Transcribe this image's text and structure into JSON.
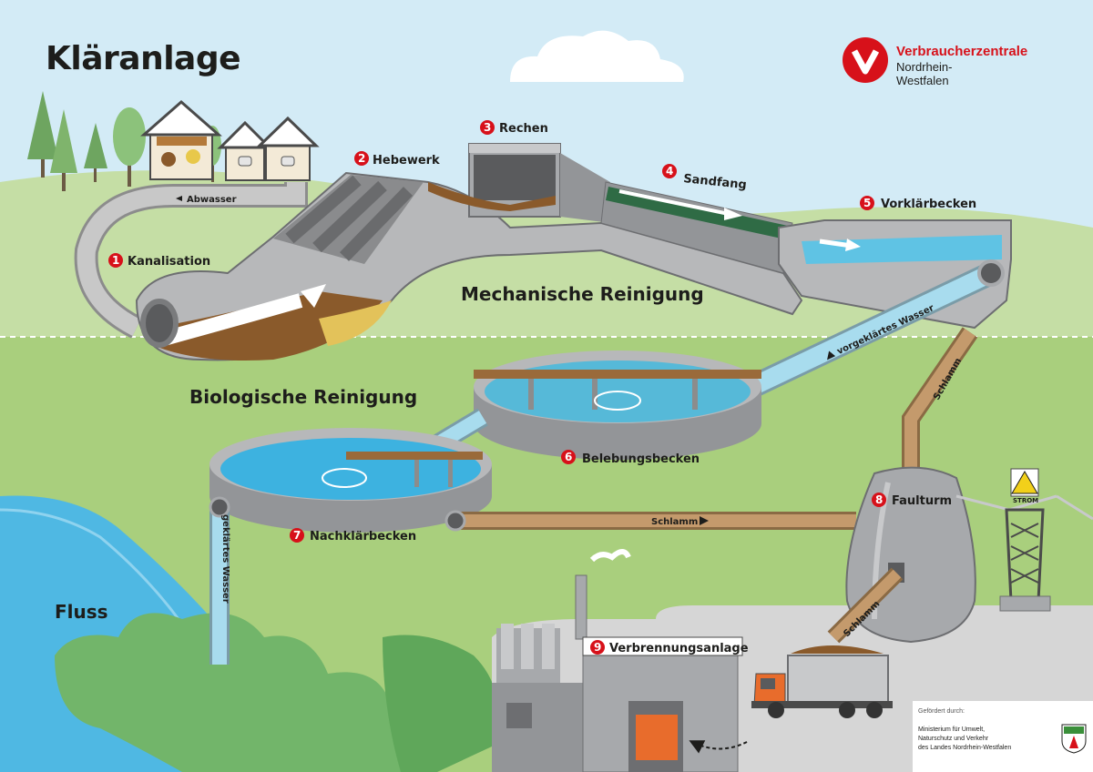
{
  "title": "Kläranlage",
  "brand": {
    "name": "Verbraucherzentrale",
    "sub": "Nordrhein-Westfalen",
    "color": "#d7111a"
  },
  "sections": {
    "mechanical": "Mechanische Reinigung",
    "biological": "Biologische Reinigung"
  },
  "river": "Fluss",
  "stations": [
    {
      "num": "1",
      "label": "Kanalisation"
    },
    {
      "num": "2",
      "label": "Hebewerk"
    },
    {
      "num": "3",
      "label": "Rechen"
    },
    {
      "num": "4",
      "label": "Sandfang"
    },
    {
      "num": "5",
      "label": "Vorklärbecken"
    },
    {
      "num": "6",
      "label": "Belebungsbecken"
    },
    {
      "num": "7",
      "label": "Nachklärbecken"
    },
    {
      "num": "8",
      "label": "Faulturm"
    },
    {
      "num": "9",
      "label": "Verbrennungsanlage"
    }
  ],
  "pipes": {
    "abwasser": "Abwasser",
    "vorgeklaert": "vorgeklärtes Wasser",
    "geklaert": "geklärtes Wasser",
    "schlamm": "Schlamm"
  },
  "power": "STROM",
  "funding": {
    "head": "Gefördert durch:",
    "lines": [
      "Ministerium für Umwelt,",
      "Naturschutz und Verkehr",
      "des Landes Nordrhein-Westfalen"
    ]
  },
  "colors": {
    "accent": "#d7111a",
    "water": "#4fb8e3",
    "sludge": "#c49a6c",
    "grass": "#a9cf7d",
    "concrete": "#a7a9ac"
  }
}
